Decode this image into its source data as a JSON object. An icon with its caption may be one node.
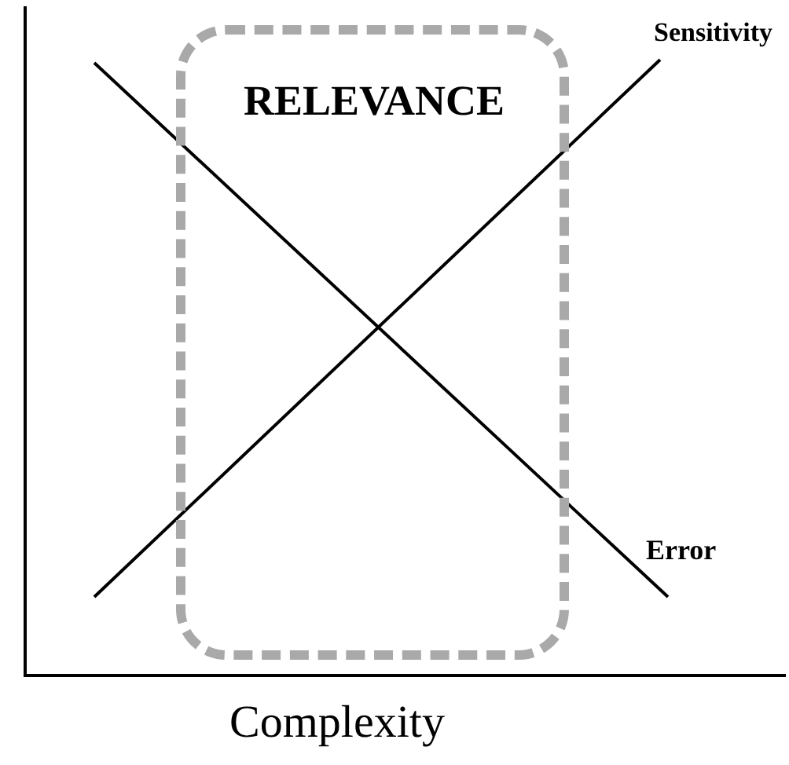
{
  "diagram": {
    "nodes": [
      {
        "text": [
          "RELEVANCE"
        ]
      }
    ],
    "labels": [
      "Sensitivity",
      "Error",
      "Complexity"
    ]
  }
}
